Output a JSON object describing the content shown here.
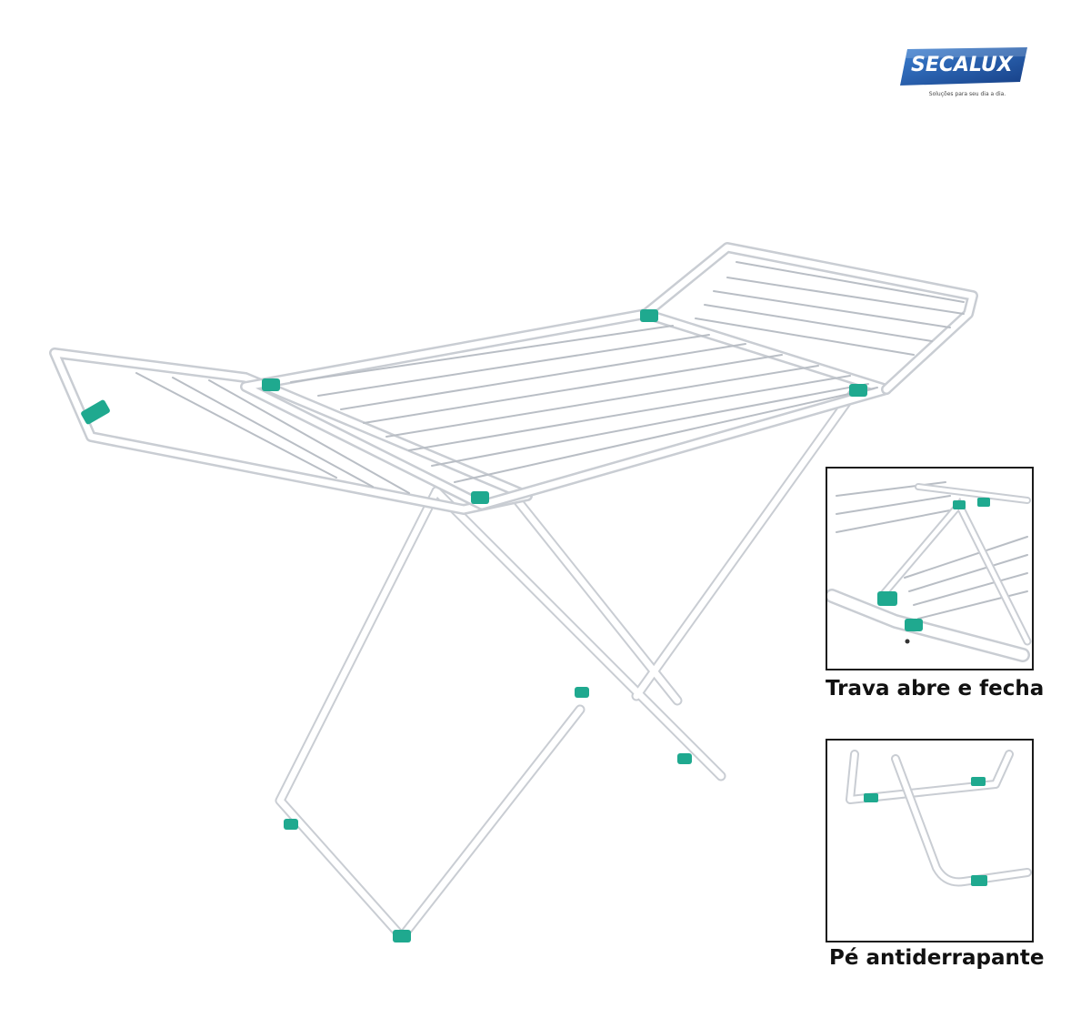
{
  "brand": {
    "name": "SECALUX",
    "tagline": "Soluções para seu dia a dia."
  },
  "details": [
    {
      "caption": "Trava abre e fecha",
      "icon": "lock-hinge-icon"
    },
    {
      "caption": "Pé antiderrapante",
      "icon": "non-slip-foot-icon"
    }
  ],
  "colors": {
    "frame": "#ffffff",
    "frame_shadow": "#c7ccd2",
    "accent": "#1fa98f",
    "brand_blue": "#1d4f9c",
    "caption_text": "#111111"
  }
}
